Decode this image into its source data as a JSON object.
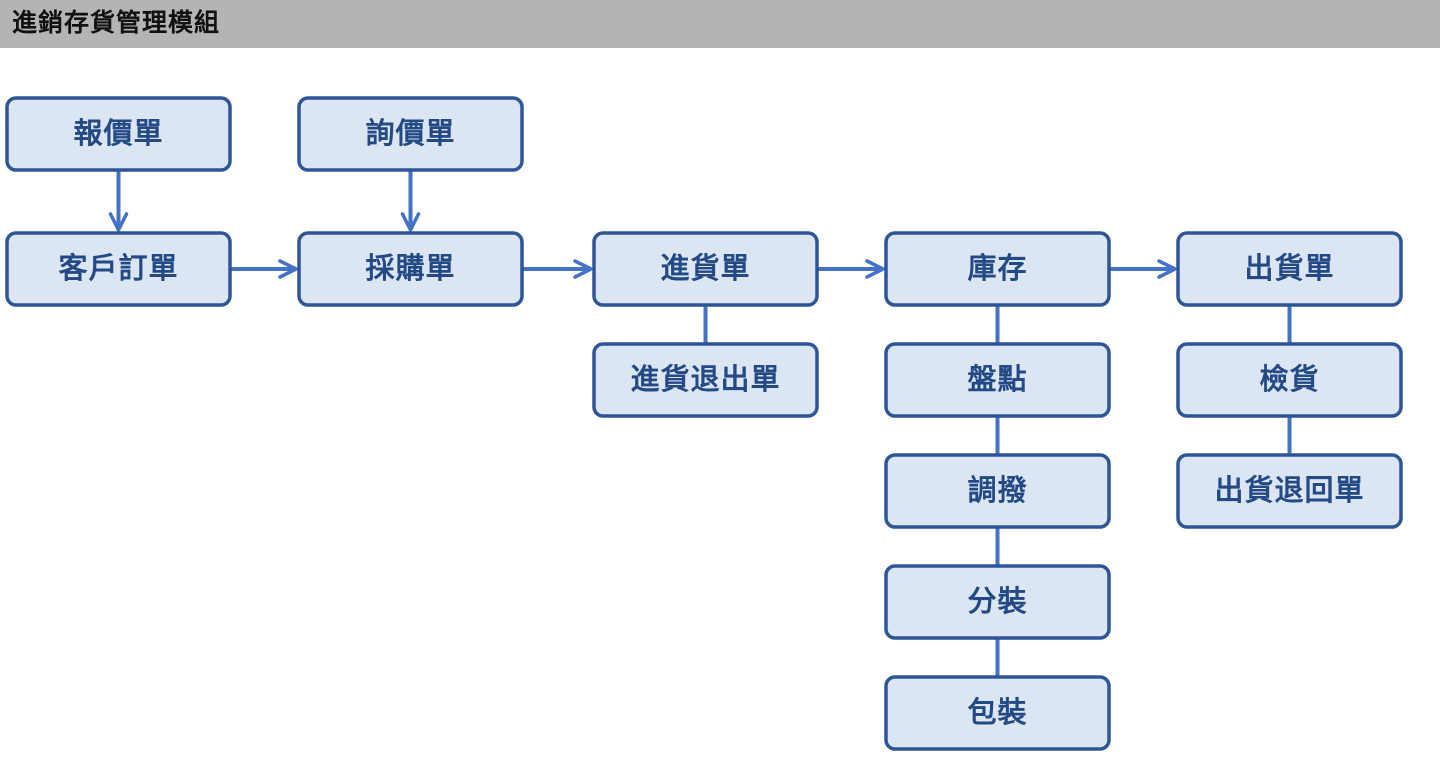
{
  "header": {
    "title": "進銷存貨管理模組"
  },
  "diagram": {
    "nodes": [
      {
        "id": "quotation",
        "name": "quotation-node",
        "label": "報價單"
      },
      {
        "id": "inquiry",
        "name": "inquiry-node",
        "label": "詢價單"
      },
      {
        "id": "customer_order",
        "name": "customer-order-node",
        "label": "客戶訂單"
      },
      {
        "id": "purchase_order",
        "name": "purchase-order-node",
        "label": "採購單"
      },
      {
        "id": "goods_receipt",
        "name": "goods-receipt-node",
        "label": "進貨單"
      },
      {
        "id": "purchase_return",
        "name": "purchase-return-node",
        "label": "進貨退出單"
      },
      {
        "id": "inventory",
        "name": "inventory-node",
        "label": "庫存"
      },
      {
        "id": "stock_count",
        "name": "stock-count-node",
        "label": "盤點"
      },
      {
        "id": "transfer",
        "name": "transfer-node",
        "label": "調撥"
      },
      {
        "id": "repack",
        "name": "repack-node",
        "label": "分裝"
      },
      {
        "id": "packing",
        "name": "packing-node",
        "label": "包裝"
      },
      {
        "id": "shipment",
        "name": "shipment-node",
        "label": "出貨單"
      },
      {
        "id": "inspection",
        "name": "inspection-node",
        "label": "檢貨"
      },
      {
        "id": "shipment_return",
        "name": "shipment-return-node",
        "label": "出貨退回單"
      }
    ],
    "arrows": [
      {
        "from": "quotation",
        "to": "customer_order"
      },
      {
        "from": "inquiry",
        "to": "purchase_order"
      },
      {
        "from": "customer_order",
        "to": "purchase_order"
      },
      {
        "from": "purchase_order",
        "to": "goods_receipt"
      },
      {
        "from": "goods_receipt",
        "to": "inventory"
      },
      {
        "from": "inventory",
        "to": "shipment"
      }
    ],
    "links": [
      {
        "from": "goods_receipt",
        "to": "purchase_return"
      },
      {
        "from": "inventory",
        "to": "stock_count"
      },
      {
        "from": "stock_count",
        "to": "transfer"
      },
      {
        "from": "transfer",
        "to": "repack"
      },
      {
        "from": "repack",
        "to": "packing"
      },
      {
        "from": "shipment",
        "to": "inspection"
      },
      {
        "from": "inspection",
        "to": "shipment_return"
      }
    ],
    "colors": {
      "node_fill": "#dce6f2",
      "node_border": "#2e5597",
      "node_text": "#244a86",
      "edge": "#4472c4",
      "header_bg": "#b4b4b4"
    }
  }
}
